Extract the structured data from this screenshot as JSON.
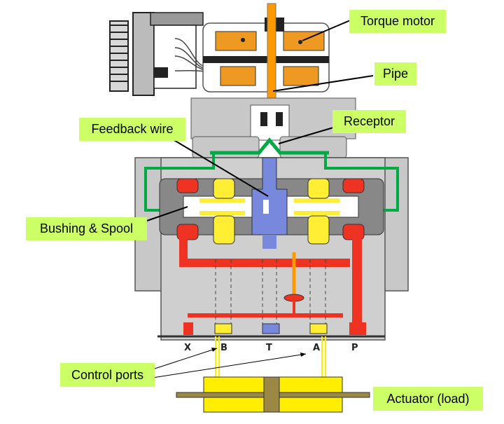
{
  "title": "Servo valve cross-section diagram",
  "labels": {
    "torque_motor": "Torque motor",
    "pipe": "Pipe",
    "receptor": "Receptor",
    "feedback_wire": "Feedback wire",
    "bushing_spool": "Bushing & Spool",
    "control_ports": "Control ports",
    "actuator": "Actuator (load)"
  },
  "ports": [
    "X",
    "B",
    "T",
    "A",
    "P"
  ],
  "colors": {
    "label_bg": "#ccff66",
    "pressure": "#ee3322",
    "control": "#ffee33",
    "tank": "#7788dd",
    "pilot": "#00aa44",
    "coil": "#ee9922",
    "pipe": "#ff9900",
    "body": "#c8c8c8",
    "actuator_body": "#ffee00",
    "piston": "#9a8844"
  }
}
